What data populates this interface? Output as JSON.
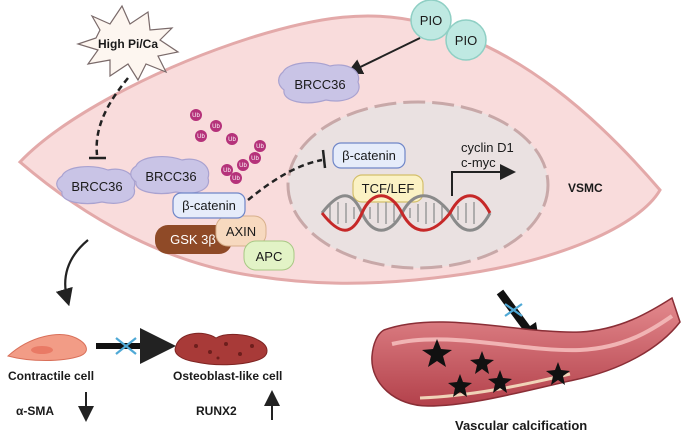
{
  "labels": {
    "high_pi_ca": "High Pi/Ca",
    "pio_1": "PIO",
    "pio_2": "PIO",
    "brcc36_top": "BRCC36",
    "brcc36_left": "BRCC36",
    "brcc36_mid": "BRCC36",
    "ub": "Ub",
    "beta_catenin_cyto": "β-catenin",
    "gsk3b": "GSK 3β",
    "axin": "AXIN",
    "apc": "APC",
    "beta_catenin_nuc": "β-catenin",
    "tcf_lef": "TCF/LEF",
    "cyclin_d1": "cyclin D1",
    "c_myc": "c-myc",
    "vsmc": "VSMC",
    "contractile_cell": "Contractile cell",
    "osteoblast_cell": "Osteoblast-like cell",
    "alpha_sma": "α-SMA",
    "runx2": "RUNX2",
    "vascular_calcification": "Vascular calcification"
  },
  "colors": {
    "cell_fill": "#f9dcdc",
    "cell_stroke": "#e3a9a9",
    "nucleus_fill": "#eae1e1",
    "brcc36": "#c9c4e6",
    "ub": "#b5327a",
    "beta_catenin": "#e6ecfa",
    "gsk3b": "#8f4a27",
    "axin": "#f7d9bf",
    "apc": "#e2f3c6",
    "tcf_lef": "#fbf2c4",
    "pio": "#bfe9e2",
    "dna_red": "#c62828",
    "dna_gray": "#8a8a8a",
    "vessel": "#c2555d",
    "star": "#111111",
    "blocker": "#4fa9d6"
  }
}
